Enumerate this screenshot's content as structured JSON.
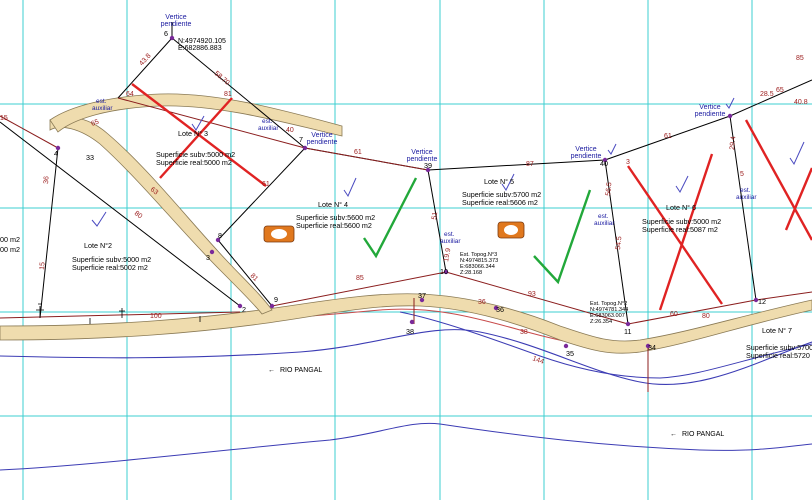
{
  "grid": {
    "color": "#3ccfd0"
  },
  "colors": {
    "road_fill": "#efdcae",
    "road_edge": "#8a7a55",
    "boundary": "#000000",
    "lot_line": "#8b1e1e",
    "river": "#3c3cb4",
    "river_red": "#c84a4a",
    "cross": "#e02323",
    "check": "#22a83a",
    "vertex": "#7a2a9a",
    "icon": "#e0781e"
  },
  "pending_vertices": [
    {
      "line1": "Vertice",
      "line2": "pendiente"
    },
    {
      "line1": "Vertice",
      "line2": "pendiente"
    },
    {
      "line1": "Vertice",
      "line2": "pendiente"
    },
    {
      "line1": "Vertice",
      "line2": "pendiente"
    },
    {
      "line1": "Vertice",
      "line2": "pendiente"
    }
  ],
  "coords": {
    "n": "N:4974920.105",
    "e": "E:682886.883"
  },
  "aux_labels": [
    {
      "line1": "est.",
      "line2": "auxiliar"
    },
    {
      "line1": "est.",
      "line2": "auxiliar"
    },
    {
      "line1": "est.",
      "line2": "auxiliar"
    },
    {
      "line1": "est.",
      "line2": "auxiliar"
    },
    {
      "line1": "est.",
      "line2": "auxiliar"
    }
  ],
  "lots": [
    {
      "name": "Lote N°2",
      "subv": "Superficie subv:5000  m2",
      "real": "Superficie real:5002  m2"
    },
    {
      "name": "Lote N° 3",
      "subv": "Superficie subv:5000  m2",
      "real": "Superficie real:5000  m2"
    },
    {
      "name": "Lote N° 4",
      "subv": "Superficie subv:5600  m2",
      "real": "Superficie real:5600  m2"
    },
    {
      "name": "Lote N° 5",
      "subv": "Superficie subv:5700  m2",
      "real": "Superficie real:5606  m2"
    },
    {
      "name": "Lote N° 6",
      "subv": "Superficie subv:5000  m2",
      "real": "Superficie real:5087  m2"
    },
    {
      "name": "Lote N° 7",
      "subv": "Superficie subv:5700",
      "real": "Superficie real:5720"
    }
  ],
  "partial_lot_left": {
    "line1": "00  m2",
    "line2": "00  m2"
  },
  "stations": [
    {
      "title": "Est. Topog.N°3",
      "n": "N:4974815.373",
      "e": "E:683066.344",
      "z": "Z:28.168"
    },
    {
      "title": "Est. Topog.N°2",
      "n": "N:4974781.344",
      "e": "E:683063.007",
      "z": "Z:26.354"
    }
  ],
  "rivers": [
    "RIO PANGAL",
    "RIO PANGAL"
  ],
  "vertex_numbers": [
    "6",
    "7",
    "8",
    "9",
    "10",
    "11",
    "12",
    "2",
    "3",
    "4",
    "37",
    "38",
    "39",
    "40",
    "36",
    "35",
    "34",
    "33"
  ],
  "dimension_labels": [
    "43.8",
    "58.70",
    "64",
    "65",
    "81",
    "61",
    "40",
    "63",
    "80",
    "36",
    "15",
    "15",
    "100",
    "61",
    "87",
    "56.5",
    "54.5",
    "29.4",
    "65",
    "61",
    "80",
    "93",
    "60",
    "85",
    "81",
    "144",
    "36",
    "38",
    "28.5",
    "51",
    "85",
    "40.8",
    "3",
    "5",
    "19.9"
  ]
}
